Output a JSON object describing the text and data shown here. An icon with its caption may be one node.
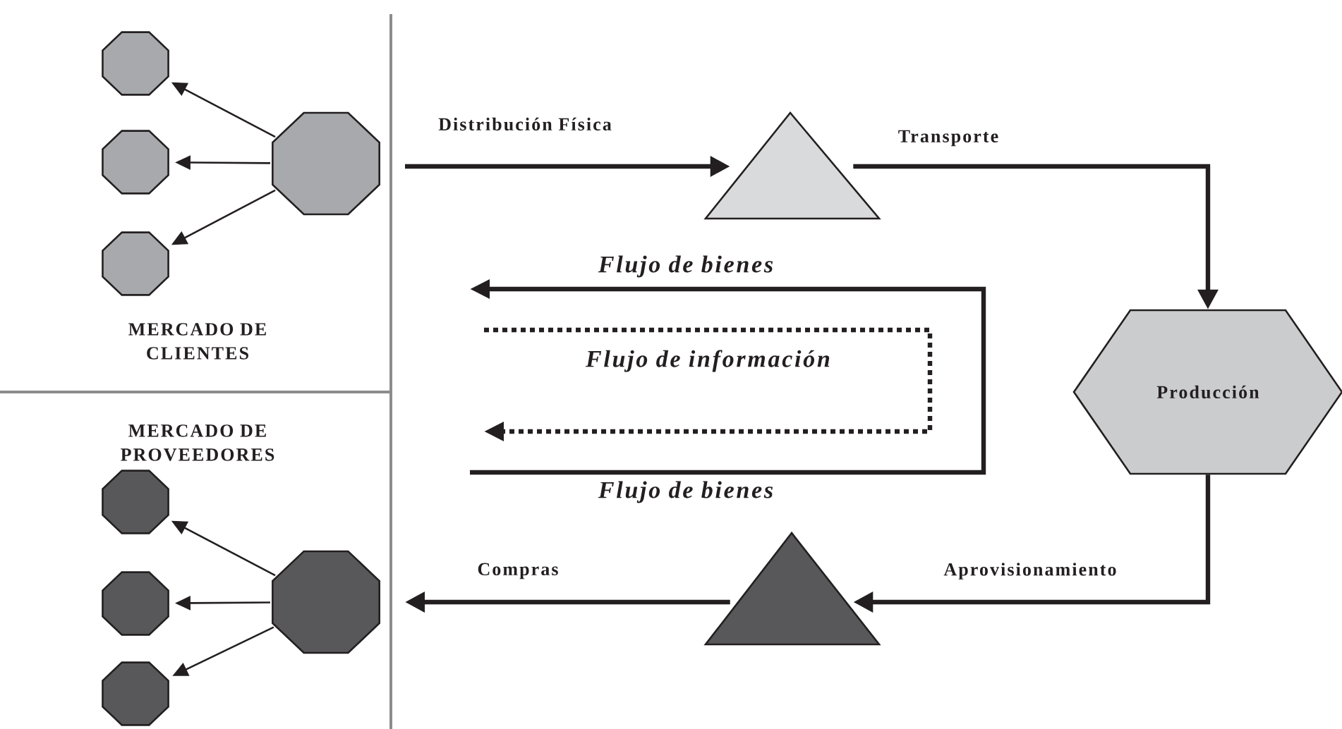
{
  "diagram": {
    "nodes": [
      {
        "text": [],
        "shape": "octagon"
      },
      {
        "text": [],
        "shape": "octagon"
      },
      {
        "text": [],
        "shape": "octagon"
      },
      {
        "text": [],
        "shape": "octagon"
      },
      {
        "text": [],
        "shape": "triangle"
      },
      {
        "text": [
          "Producción"
        ]
      },
      {
        "text": [],
        "shape": "triangle"
      },
      {
        "text": [],
        "shape": "octagon"
      },
      {
        "text": [],
        "shape": "octagon"
      },
      {
        "text": [],
        "shape": "octagon"
      },
      {
        "text": [],
        "shape": "octagon"
      }
    ],
    "edges": [
      {
        "from": 0,
        "to": 1,
        "arrow": "to"
      },
      {
        "from": 0,
        "to": 2,
        "arrow": "to"
      },
      {
        "from": 0,
        "to": 3,
        "arrow": "to"
      },
      {
        "from": null,
        "to": 4,
        "arrow": "to",
        "label": "Distribución Física",
        "style": "thick"
      },
      {
        "from": 4,
        "to": 5,
        "arrow": "to",
        "label": "Transporte",
        "style": "thick"
      },
      {
        "from": 5,
        "to": 6,
        "arrow": "to",
        "label": "Aprovisionamiento",
        "style": "thick"
      },
      {
        "from": 6,
        "to": null,
        "arrow": "to",
        "label": "Compras",
        "style": "thick"
      },
      {
        "from": 7,
        "to": 8,
        "arrow": "to"
      },
      {
        "from": 7,
        "to": 9,
        "arrow": "to"
      },
      {
        "from": 7,
        "to": 10,
        "arrow": "to"
      }
    ],
    "labels": [
      "Flujo de bienes",
      "MERCADO DE CLIENTES",
      "Flujo de información",
      "MERCADO DE PROVEEDORES",
      "Flujo de bienes"
    ]
  }
}
